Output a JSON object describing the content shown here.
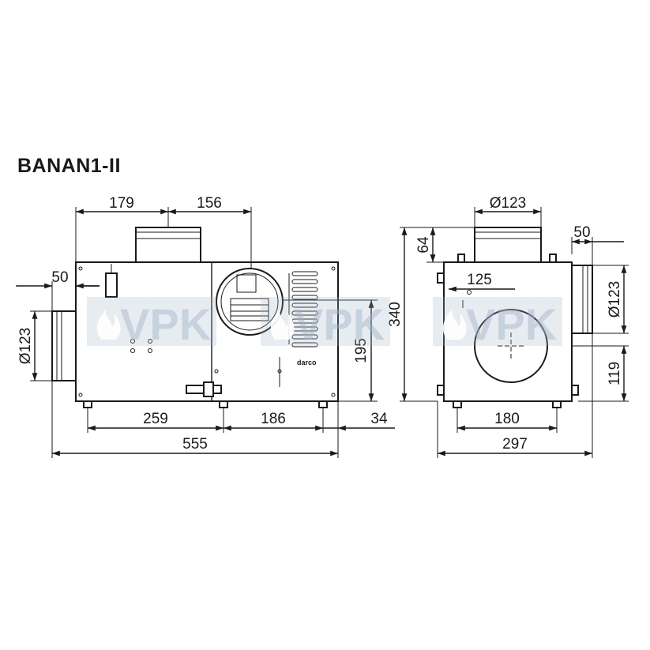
{
  "title": "BANAN1-II",
  "watermark": {
    "text": "VPK",
    "color": "#9fb4c8",
    "icon": "flame-icon"
  },
  "front_view": {
    "dims": {
      "top_left": "179",
      "top_right": "156",
      "side_offset": "50",
      "side_diameter": "Ø123",
      "height_outlet": "195",
      "bottom_left": "259",
      "bottom_mid": "186",
      "bottom_right": "34",
      "overall_width": "555"
    },
    "brand_label": "darco"
  },
  "side_view": {
    "dims": {
      "top_diameter": "Ø123",
      "top_height": "64",
      "right_offset": "50",
      "radius": "125",
      "right_diameter": "Ø123",
      "overall_height": "340",
      "right_height": "119",
      "bottom_inner": "180",
      "overall_width": "297"
    }
  },
  "colors": {
    "line": "#1a1a1a",
    "background": "#ffffff"
  }
}
